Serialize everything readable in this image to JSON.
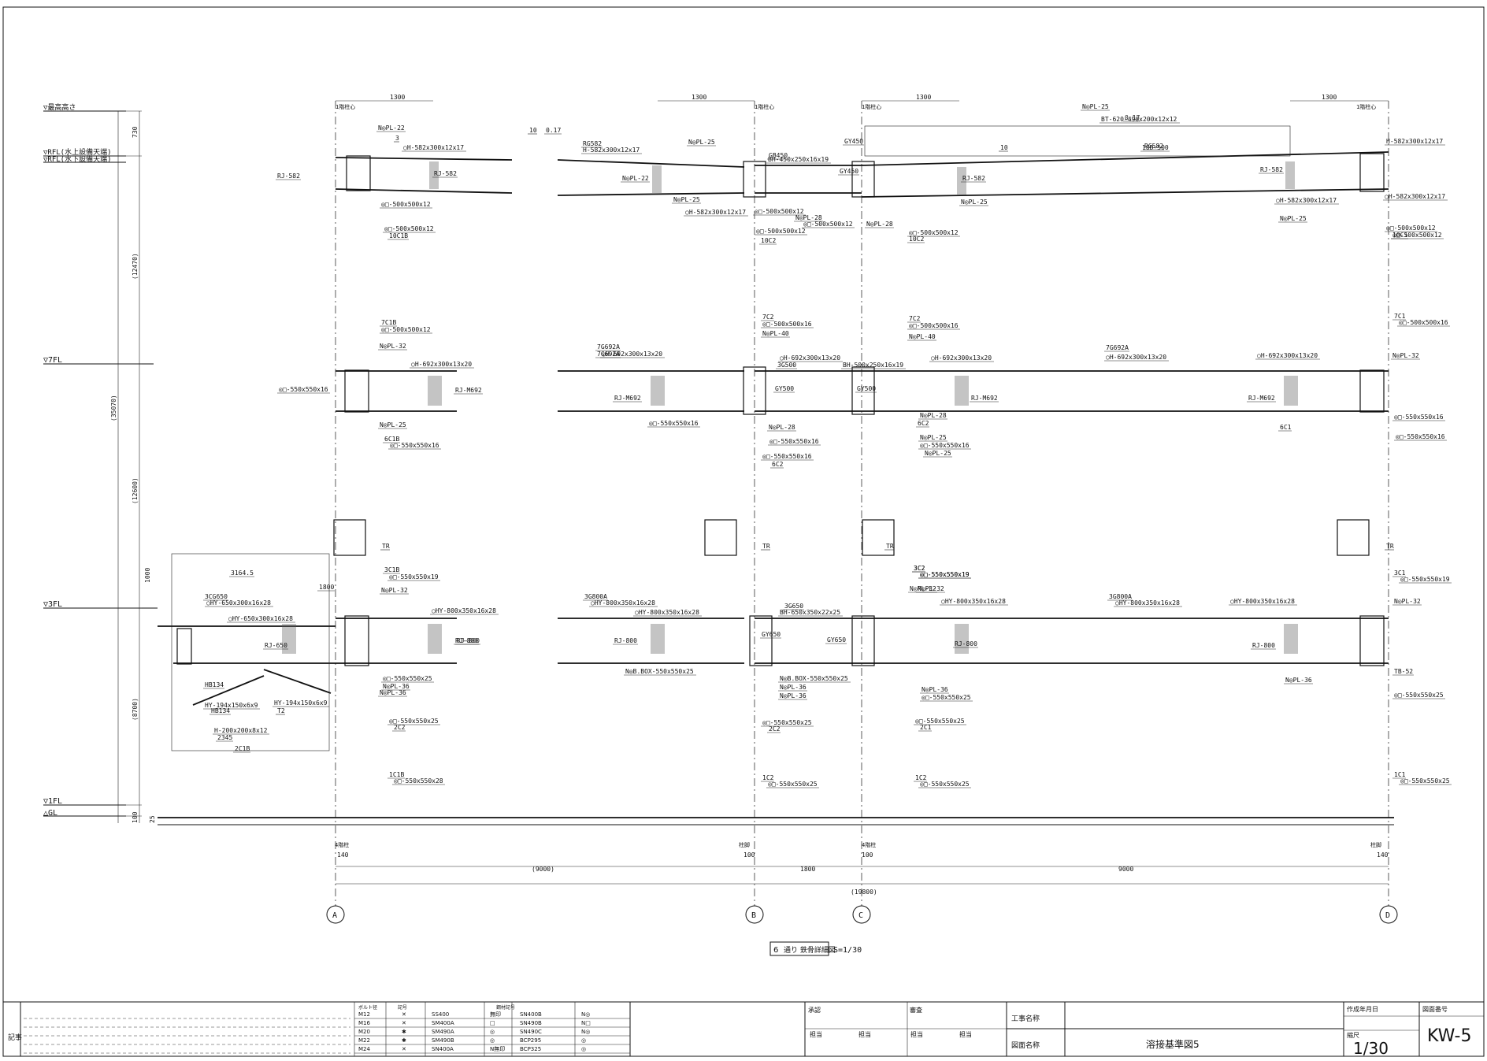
{
  "levels": [
    {
      "label": "▽最高高さ"
    },
    {
      "label": "▽RFL(水上設備天端)"
    },
    {
      "label": "▽RFL(水下設備天端)"
    },
    {
      "label": "▽7FL"
    },
    {
      "label": "▽3FL"
    },
    {
      "label": "▽1FL"
    },
    {
      "label": "△GL"
    }
  ],
  "vertical_dims": [
    "730",
    "(12470)",
    "(35070)",
    "(12600)",
    "1000",
    "(8700)",
    "100",
    "25"
  ],
  "grid_axes": [
    {
      "label": "A"
    },
    {
      "label": "B"
    },
    {
      "label": "C"
    },
    {
      "label": "D"
    }
  ],
  "bottom_dims": [
    "140",
    "(9000)",
    "100",
    "1800",
    "100",
    "9000",
    "140",
    "(19800)"
  ],
  "top_dims": [
    "1300",
    "1300",
    "1300",
    "1300"
  ],
  "pillar_marks": [
    "1階柱心",
    "1階柱心",
    "1階柱心",
    "1階柱心"
  ],
  "roof": {
    "labels": [
      "N◎PL-22",
      "3",
      "○H-582x300x12x17",
      "10",
      "0.17",
      "RG582",
      "H-582x300x12x17",
      "N◎PL-25",
      "GB450",
      "BH-450x250x16x19",
      "GY450",
      "GY450",
      "N◎PL-25",
      "BT-620-490x200x12x12",
      "0.17",
      "10",
      "10D-500",
      "RG582",
      "H-582x300x12x17",
      "N◎PL-22",
      "RJ-582",
      "RJ-582",
      "RJ-582",
      "RJ-582",
      "◎□-500x500x12",
      "N◎PL-25",
      "○H-582x300x12x17",
      "◎□-500x500x12",
      "N◎PL-28",
      "◎□-500x500x12",
      "N◎PL-28",
      "N◎PL-25",
      "○H-582x300x12x17",
      "○H-582x300x12x17",
      "N◎PL-25",
      "◎□-500x500x12",
      "10C1B",
      "◎□-500x500x12",
      "10C2",
      "◎□-500x500x12",
      "10C2",
      "◎□-500x500x12",
      "10C1",
      "◎□-500x500x12"
    ]
  },
  "floor7": {
    "labels": [
      "7C1B",
      "◎□-500x500x12",
      "N◎PL-32",
      "○H-692x300x13x20",
      "7C2",
      "◎□-500x500x16",
      "N◎PL-40",
      "7C2",
      "◎□-500x500x16",
      "N◎PL-40",
      "○H-692x300x13x20",
      "7G692A",
      "○H-692x300x13x20",
      "7G692A",
      "○H-692x300x13x20",
      "7C1",
      "◎□-500x500x16",
      "○H-692x300x13x20",
      "N◎PL-32",
      "7G692A",
      "○H-692x300x13x20",
      "3G500",
      "BH-500x250x16x19",
      "GY500",
      "GY500",
      "◎□-550x550x16",
      "RJ-M692",
      "RJ-M692",
      "RJ-M692",
      "RJ-M692",
      "N◎PL-25",
      "6C1B",
      "◎□-550x550x16",
      "◎□-550x550x16",
      "N◎PL-28",
      "◎□-550x550x16",
      "N◎PL-28",
      "N◎PL-25",
      "6C2",
      "◎□-550x550x16",
      "6C2",
      "◎□-550x550x16",
      "N◎PL-25",
      "◎□-550x550x16",
      "6C1",
      "◎□-550x550x16"
    ]
  },
  "floor3": {
    "labels": [
      "3164.5",
      "1800",
      "3CG650",
      "○HY-650x300x16x28",
      "○HY-650x300x16x28",
      "○HY-800x350x16x28",
      "3C1B",
      "◎□-550x550x19",
      "N◎PL-32",
      "RJ-650",
      "RJ-800",
      "TR",
      "TR",
      "TR",
      "TR",
      "3C2",
      "◎□-550x550x19",
      "N◎PL-32",
      "3G800A",
      "○HY-800x350x16x28",
      "○HY-800x350x16x28",
      "3G650",
      "BH-650x350x22x25",
      "GY650",
      "GY650",
      "3C2",
      "◎□-550x550x19",
      "N◎PL-32",
      "○HY-800x350x16x28",
      "3G800A",
      "○HY-800x350x16x28",
      "○HY-800x350x16x28",
      "3C1",
      "◎□-550x550x19",
      "N◎PL-32",
      "RJ-800",
      "RJ-800",
      "RJ-800",
      "RJ-800",
      "N◎PL-36",
      "◎□-550x550x25",
      "N◎PL-36",
      "N◎B.BOX-550x550x25",
      "N◎B.BOX-550x550x25",
      "N◎PL-36",
      "N◎PL-36",
      "N◎PL-36",
      "◎□-550x550x25",
      "N◎PL-36",
      "TB-52",
      "HB134",
      "HY-194x150x6x9",
      "HB134",
      "HY-194x150x6x9",
      "T2",
      "H-200x200x8x12",
      "2345",
      "2C1B",
      "◎□-550x550x25",
      "2C2",
      "◎□-550x550x25",
      "2C2",
      "◎□-550x550x25",
      "2C1",
      "◎□-550x550x25"
    ]
  },
  "floor1": {
    "labels": [
      "1C1B",
      "◎□-550x550x28",
      "1C2",
      "◎□-550x550x25",
      "1C2",
      "◎□-550x550x25",
      "1C1",
      "◎□-550x550x25"
    ]
  },
  "base_marks": [
    "4階柱",
    "柱脚",
    "4階柱",
    "柱脚"
  ],
  "caption": {
    "number": "6",
    "title": "通り 鉄骨詳細図",
    "scale": "S=1/30"
  },
  "title_block": {
    "side_label": "記事",
    "table_headers": [
      "ボルト径",
      "記号",
      "",
      "鋼材記号",
      ""
    ],
    "bolt_rows": [
      {
        "size": "M12",
        "mark": "✕",
        "steel1": "SS400",
        "m1": "無印",
        "steel2": "SN400B",
        "m2": "N◎"
      },
      {
        "size": "M16",
        "mark": "✕",
        "steel1": "SM400A",
        "m1": "□",
        "steel2": "SN490B",
        "m2": "N□"
      },
      {
        "size": "M20",
        "mark": "✱",
        "steel1": "SM490A",
        "m1": "◎",
        "steel2": "SN490C",
        "m2": "N◎"
      },
      {
        "size": "M22",
        "mark": "✱",
        "steel1": "SM490B",
        "m1": "◎",
        "steel2": "BCP295",
        "m2": "◎"
      },
      {
        "size": "M24",
        "mark": "✕",
        "steel1": "SN400A",
        "m1": "N無印",
        "steel2": "BCP325",
        "m2": "◎"
      }
    ],
    "approval": "承認",
    "review": "審査",
    "tantou": [
      "担当",
      "担当",
      "担当",
      "担当"
    ],
    "project_label": "工事名称",
    "drawing_label": "図面名称",
    "drawing_name": "溶接基準図5",
    "date_label": "作成年月日",
    "scale_label": "縮尺",
    "scale_value": "1/30",
    "number_label": "図面番号",
    "number_value": "KW-5"
  }
}
